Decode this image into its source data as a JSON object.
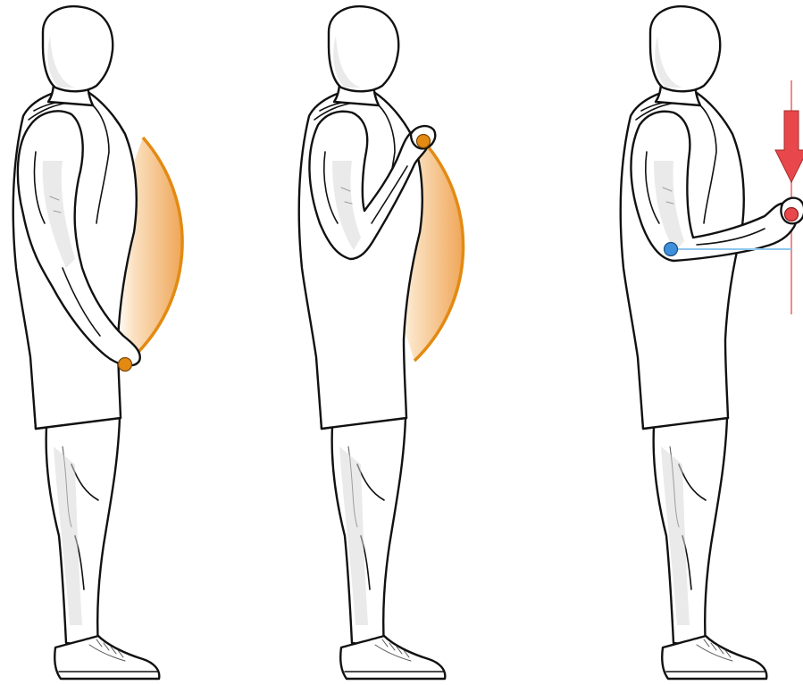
{
  "colors": {
    "arc": "#E38A12",
    "arc_fill_light": "#FFE9CF",
    "force": "#E8484B",
    "force_line": "#F28A8C",
    "elbow_point": "#3D8FDB",
    "lever_line": "#8FC6EE",
    "figure_outline": "#111111",
    "figure_fill": "#FFFFFF"
  },
  "panels": [
    {
      "id": "start",
      "arc": true,
      "force_arrow": false,
      "lever_arm": false
    },
    {
      "id": "top",
      "arc": true,
      "force_arrow": false,
      "lever_arm": false
    },
    {
      "id": "mid",
      "arc": false,
      "force_arrow": true,
      "lever_arm": true
    }
  ]
}
